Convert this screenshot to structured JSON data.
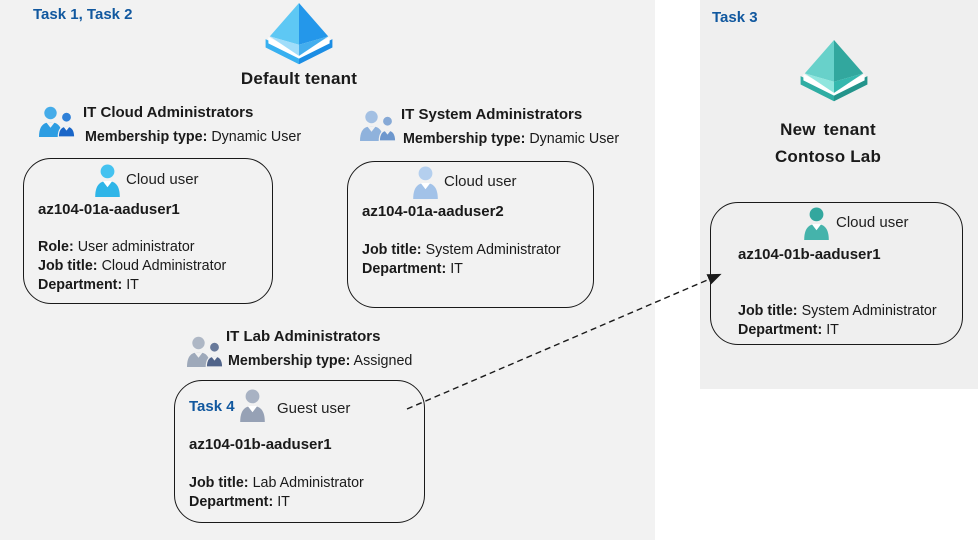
{
  "colors": {
    "left_panel_bg": "#f2f2f2",
    "right_panel_bg": "#efefef",
    "task_label_blue": "#11589f",
    "text": "#1a1a1a",
    "box_border": "#1a1a1a",
    "tenant_icon_blue_light": "#5ec8f4",
    "tenant_icon_blue_dark": "#2497ea",
    "tenant_icon_teal_light": "#68d1ca",
    "tenant_icon_teal_dark": "#32a79e",
    "cloud_user_icon_cyan": "#2eb5e8",
    "cloud_user_icon_lightblue": "#a2c2e8",
    "guest_user_icon_gray": "#96a1b5",
    "cloud_user_icon_teal": "#45b3ab"
  },
  "icons": {
    "tenant_blue": "azure-ad-tenant-icon-blue",
    "tenant_teal": "azure-ad-tenant-icon-teal",
    "group": "group-people-icon",
    "cloud_user": "cloud-user-person-icon",
    "guest_user": "guest-user-person-icon",
    "arrow": "dashed-invite-arrow"
  },
  "left": {
    "task_label": "Task 1, Task 2",
    "tenant_name": "Default tenant",
    "groups": [
      {
        "name": "IT Cloud Administrators",
        "membership_label": "Membership type:",
        "membership_value": "Dynamic User"
      },
      {
        "name": "IT System Administrators",
        "membership_label": "Membership type:",
        "membership_value": "Dynamic User"
      },
      {
        "name": "IT Lab Administrators",
        "membership_label": "Membership type:",
        "membership_value": "Assigned"
      }
    ],
    "users": [
      {
        "type_label": "Cloud user",
        "username": "az104-01a-aaduser1",
        "fields": [
          {
            "label": "Role:",
            "value": "User administrator"
          },
          {
            "label": "Job title:",
            "value": "Cloud Administrator"
          },
          {
            "label": "Department:",
            "value": "IT"
          }
        ]
      },
      {
        "type_label": "Cloud user",
        "username": "az104-01a-aaduser2",
        "fields": [
          {
            "label": "Job title:",
            "value": "System Administrator"
          },
          {
            "label": "Department:",
            "value": "IT"
          }
        ]
      },
      {
        "task_label": "Task 4",
        "type_label": "Guest user",
        "username": "az104-01b-aaduser1",
        "fields": [
          {
            "label": "Job title:",
            "value": "Lab Administrator"
          },
          {
            "label": "Department:",
            "value": "IT"
          }
        ]
      }
    ]
  },
  "right": {
    "task_label": "Task 3",
    "tenant_name_line1": "New tenant",
    "tenant_name_line2": "Contoso Lab",
    "user": {
      "type_label": "Cloud user",
      "username": "az104-01b-aaduser1",
      "fields": [
        {
          "label": "Job title:",
          "value": "System Administrator"
        },
        {
          "label": "Department:",
          "value": "IT"
        }
      ]
    }
  }
}
